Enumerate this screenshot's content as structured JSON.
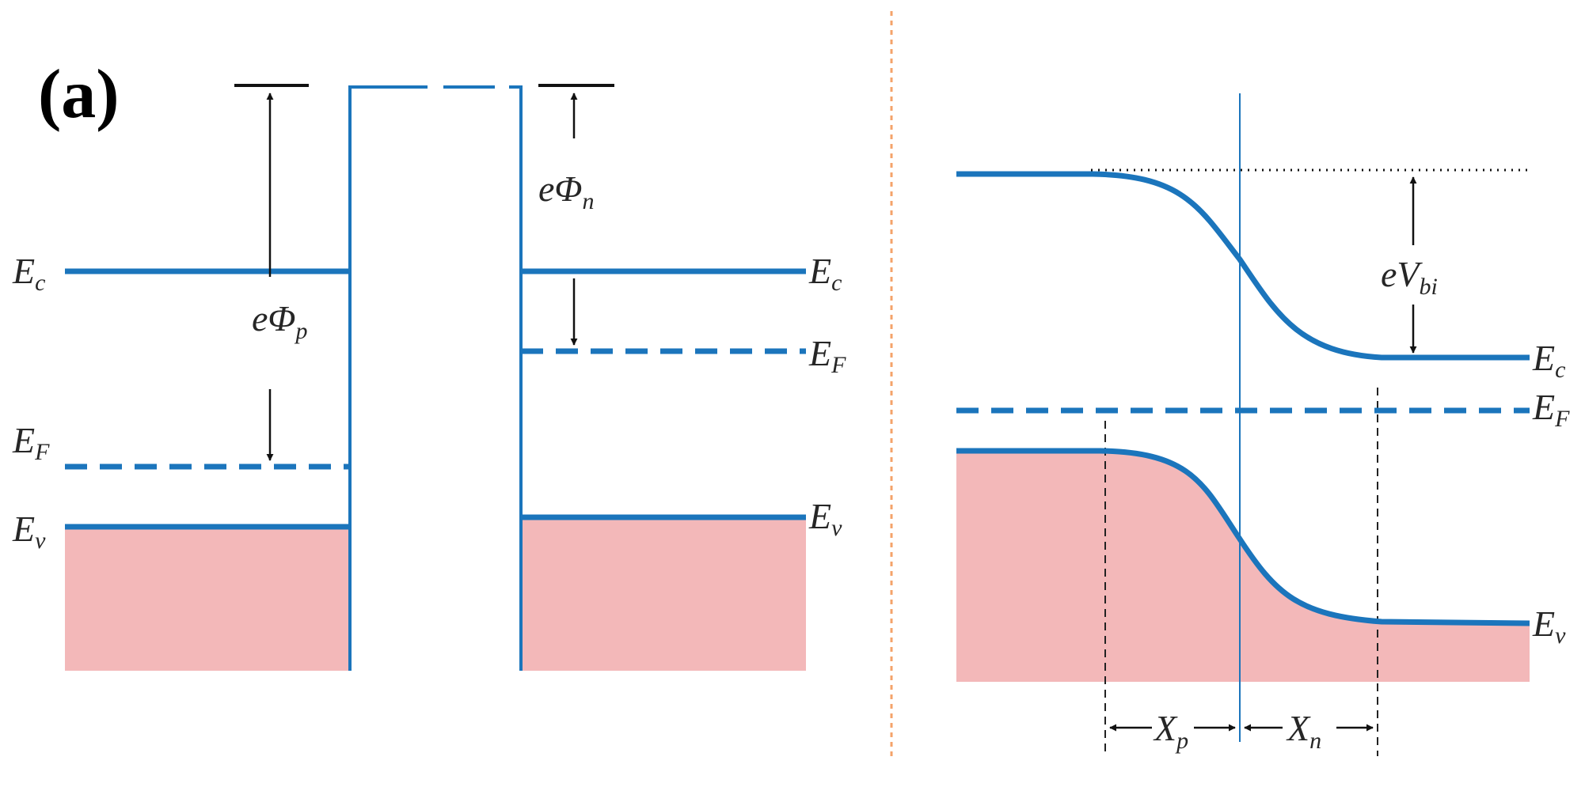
{
  "panel_label": "(a)",
  "colors": {
    "band": "#1b75bc",
    "fill": "#f3b8b9",
    "ink": "#111111",
    "divider": "#f4a36a"
  },
  "left": {
    "Ec_left": {
      "main": "E",
      "sub": "c"
    },
    "Ec_right": {
      "main": "E",
      "sub": "c"
    },
    "EF_left": {
      "main": "E",
      "sub": "F"
    },
    "EF_right": {
      "main": "E",
      "sub": "F"
    },
    "Ev_left": {
      "main": "E",
      "sub": "v"
    },
    "Ev_right": {
      "main": "E",
      "sub": "v"
    },
    "phi_p": {
      "main": "eΦ",
      "sub": "p"
    },
    "phi_n": {
      "main": "eΦ",
      "sub": "n"
    }
  },
  "right": {
    "Vbi": {
      "main": "eV",
      "sub": "bi"
    },
    "Ec": {
      "main": "E",
      "sub": "c"
    },
    "EF": {
      "main": "E",
      "sub": "F"
    },
    "Ev": {
      "main": "E",
      "sub": "v"
    },
    "Xp": {
      "main": "X",
      "sub": "p"
    },
    "Xn": {
      "main": "X",
      "sub": "n"
    }
  }
}
